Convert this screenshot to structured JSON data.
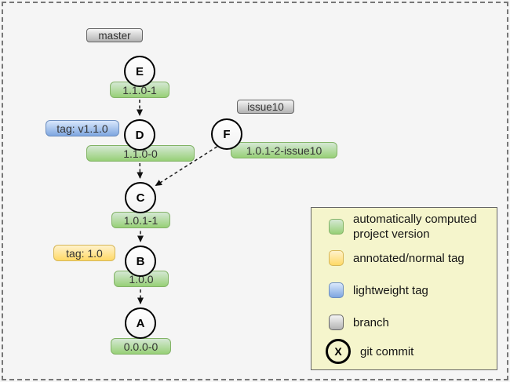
{
  "graph": {
    "branches": [
      {
        "name": "master"
      },
      {
        "name": "issue10"
      }
    ],
    "commits": [
      {
        "id": "E",
        "version": "1.1.0-1"
      },
      {
        "id": "D",
        "version": "1.1.0-0"
      },
      {
        "id": "F",
        "version": "1.0.1-2-issue10"
      },
      {
        "id": "C",
        "version": "1.0.1-1"
      },
      {
        "id": "B",
        "version": "1.0.0"
      },
      {
        "id": "A",
        "version": "0.0.0-0"
      }
    ],
    "tags": [
      {
        "label": "tag: v1.1.0",
        "type": "lightweight",
        "commit": "D"
      },
      {
        "label": "tag: 1.0",
        "type": "annotated",
        "commit": "B"
      }
    ],
    "edges": [
      {
        "from": "E",
        "to": "D"
      },
      {
        "from": "D",
        "to": "C"
      },
      {
        "from": "F",
        "to": "C"
      },
      {
        "from": "C",
        "to": "B"
      },
      {
        "from": "B",
        "to": "A"
      }
    ]
  },
  "legend": {
    "items": [
      {
        "swatch": "green",
        "label": "automatically computed project version"
      },
      {
        "swatch": "yellow",
        "label": "annotated/normal tag"
      },
      {
        "swatch": "blue",
        "label": "lightweight tag"
      },
      {
        "swatch": "gray",
        "label": "branch"
      },
      {
        "swatch": "commit-circle",
        "symbol": "X",
        "label": "git commit"
      }
    ]
  },
  "colors": {
    "canvas_bg": "#f5f5f5",
    "legend_bg": "#f5f5cc",
    "green_fill_top": "#d5e8d4",
    "green_fill_bottom": "#97d077",
    "green_border": "#82b366",
    "yellow_fill_top": "#fff2cc",
    "yellow_fill_bottom": "#ffd966",
    "yellow_border": "#d6b656",
    "blue_fill_top": "#dae8fc",
    "blue_fill_bottom": "#7ea6e0",
    "blue_border": "#6c8ebf",
    "gray_fill_top": "#f5f5f5",
    "gray_fill_bottom": "#b3b3b3",
    "gray_border": "#666666"
  }
}
